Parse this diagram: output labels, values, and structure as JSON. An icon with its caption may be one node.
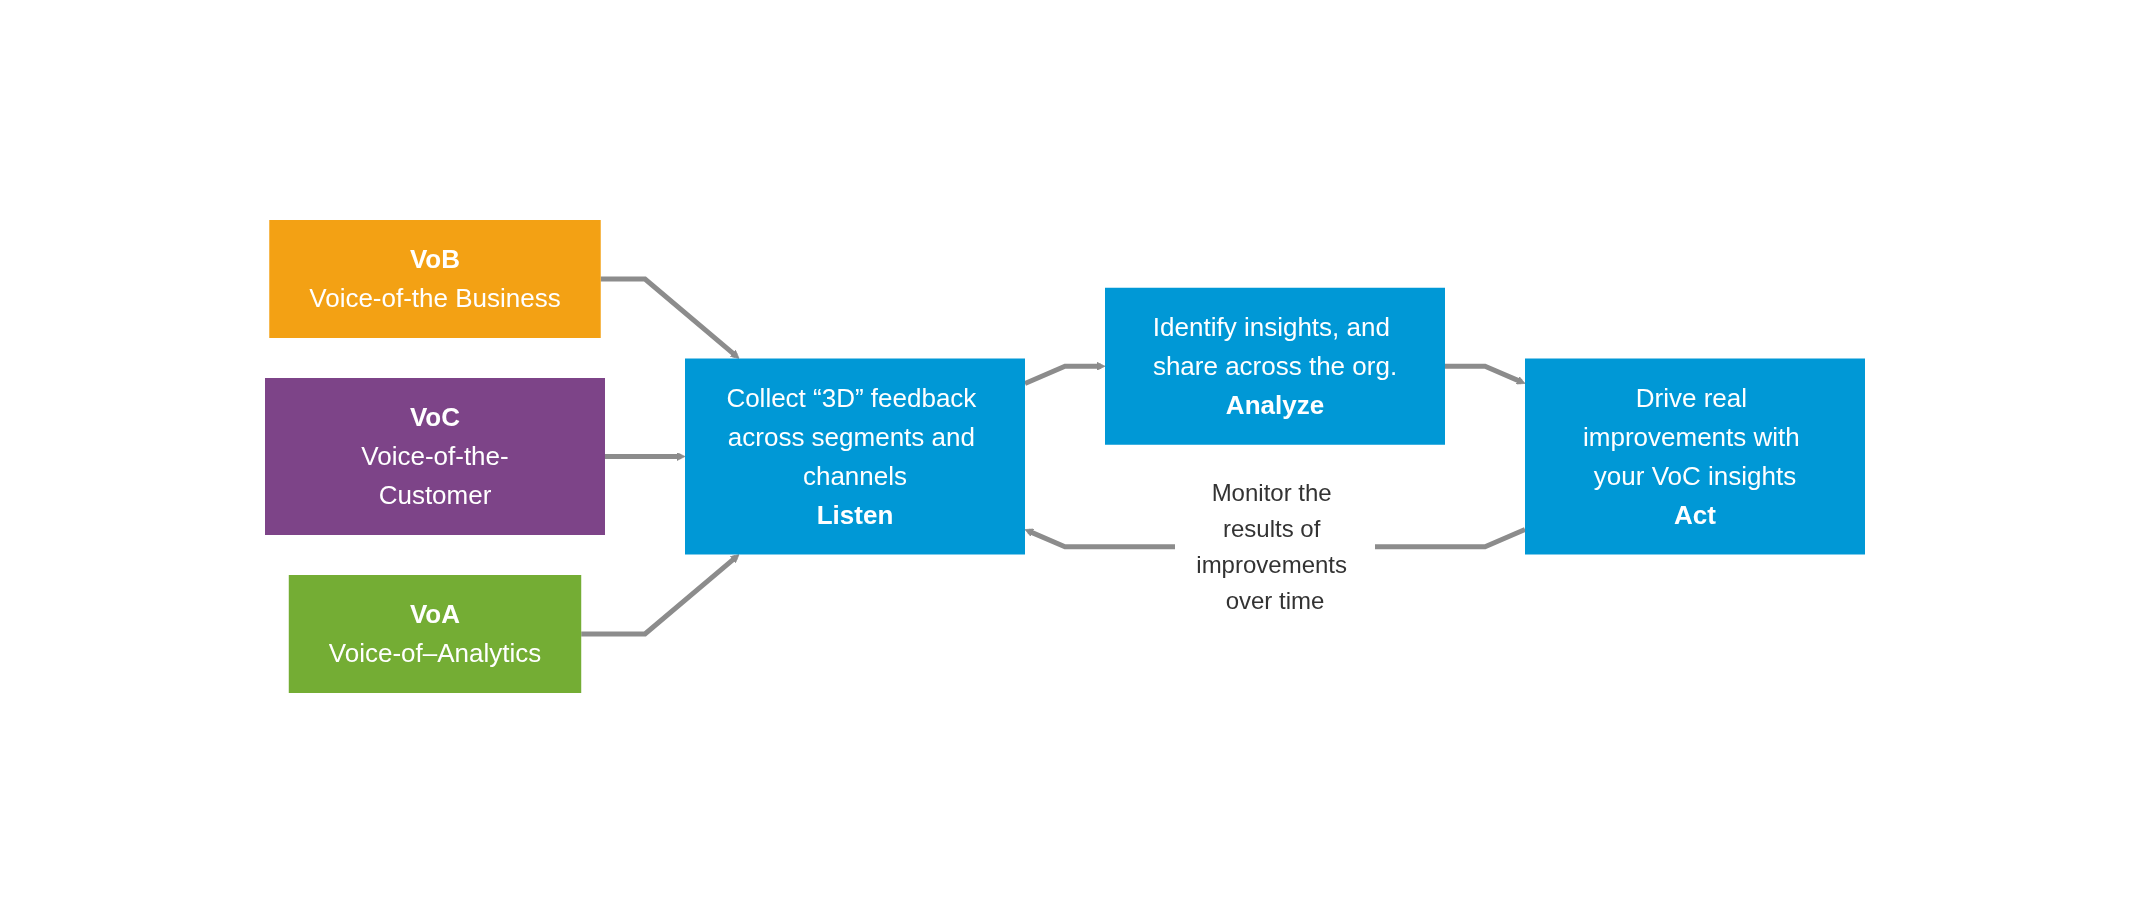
{
  "diagram": {
    "nodes": [
      {
        "text": [
          "VoB",
          "Voice-of-the Business"
        ]
      },
      {
        "text": [
          "VoC",
          "Voice-of-the-Customer"
        ]
      },
      {
        "text": [
          "VoA",
          "Voice-of–Analytics"
        ]
      },
      {
        "text": [
          "Collect “3D” feedback across segments and channels",
          "Listen"
        ]
      },
      {
        "text": [
          "Identify insights, and share across the org.",
          "Analyze"
        ]
      },
      {
        "text": [
          "Drive real improvements with your VoC insights",
          "Act"
        ]
      }
    ],
    "edges": [
      {
        "from": 0,
        "to": 3,
        "arrow": "to"
      },
      {
        "from": 1,
        "to": 3,
        "arrow": "to"
      },
      {
        "from": 2,
        "to": 3,
        "arrow": "to"
      },
      {
        "from": 3,
        "to": 4,
        "arrow": "to"
      },
      {
        "from": 4,
        "to": 5,
        "arrow": "to"
      },
      {
        "from": 5,
        "to": 3,
        "arrow": "to",
        "label": "Monitor the results of improvements over time"
      }
    ]
  }
}
